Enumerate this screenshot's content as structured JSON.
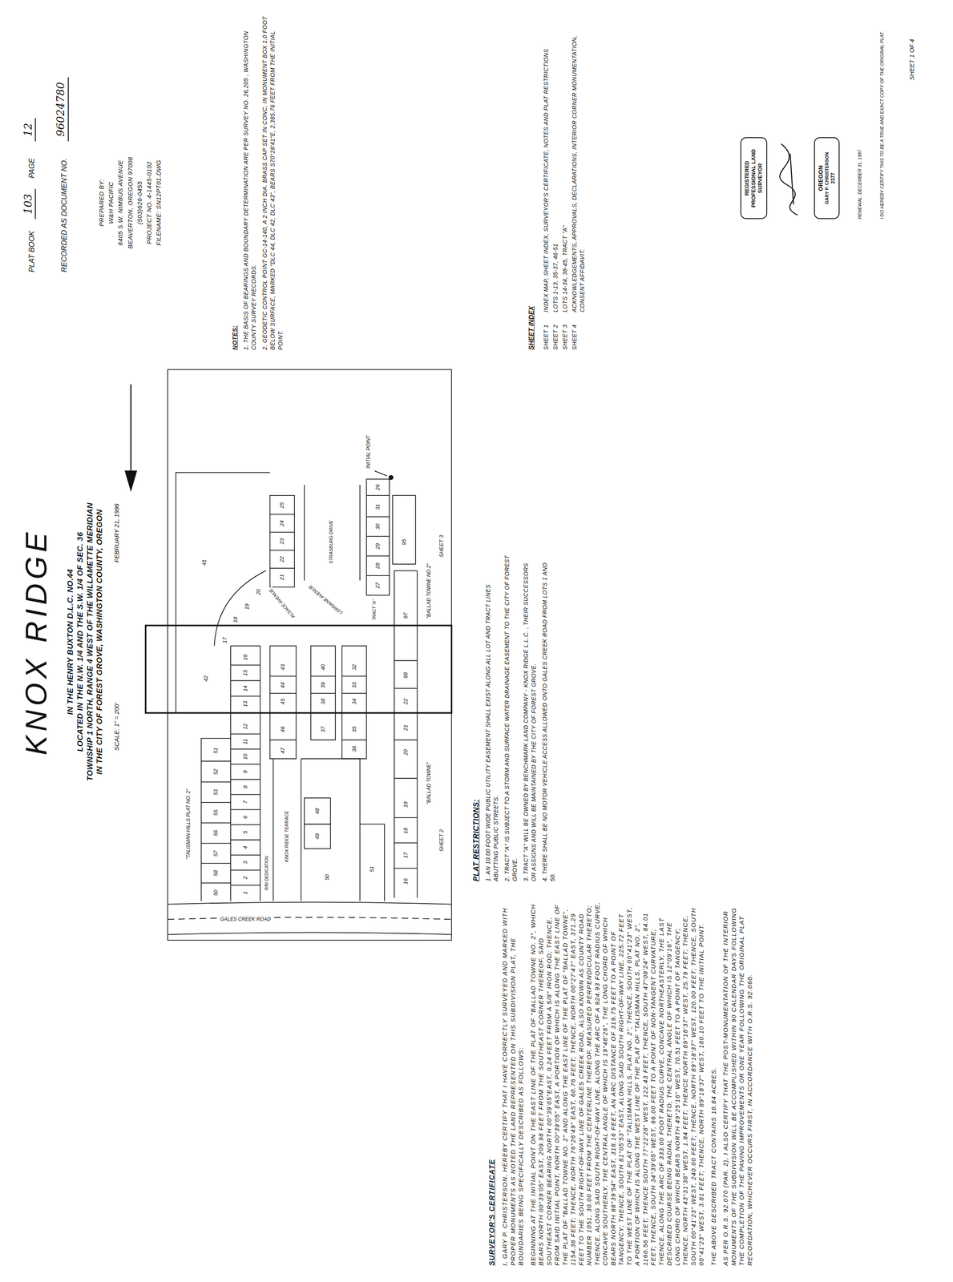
{
  "diagram": {
    "title": "KNOX RIDGE",
    "nodes": [
      {
        "text": [
          "REGISTERED PROFESSIONAL LAND SURVEYOR"
        ]
      },
      {
        "text": [
          "OREGON",
          "GARY P. CHRISTERSON",
          "2377"
        ]
      }
    ],
    "labels": [
      "PLAT BOOK",
      "103",
      "PAGE",
      "12",
      "RECORDED AS DOCUMENT NO.",
      "96024780",
      "PREPARED BY:",
      "W&H PACIFIC",
      "8405 S.W. NIMBUS AVENUE",
      "BEAVERTON, OREGON 97008",
      "(503)626-0455",
      "PROJECT NO. 4-1445-0102",
      "FILENAME: SN12PT01.DWG",
      "IN THE HENRY BUXTON D.L.C. NO.44",
      "LOCATED IN THE N.W. 1/4 AND THE S.W. 1/4 OF SEC. 36",
      "TOWNSHIP 1 NORTH, RANGE 4 WEST OF THE WILLAMETTE MERIDIAN",
      "IN THE CITY OF FOREST GROVE, WASHINGTON COUNTY, OREGON",
      "SCALE: 1\" = 200'",
      "FEBRUARY 21, 1996",
      "NOTES:",
      "1. THE BASIS OF BEARINGS AND BOUNDARY DETERMINATION ARE PER SURVEY NO. 26,205 , WASHINGTON COUNTY SURVEY RECORDS.",
      "2. GEODETIC CONTROL POINT GC-14-140, A 2 INCH DIA. BRASS CAP SET IN CONC. IN MONUMENT BOX 1.0 FOOT BELOW SURFACE, MARKED \"DLC 44, DLC 42, DLC 43\", BEARS S70°28'41\"E, 2,385.76 FEET FROM THE INITIAL POINT.",
      "SHEET INDEX",
      "SHEET 1",
      "INDEX MAP, SHEET INDEX, SURVEYOR'S CERTIFICATE, NOTES AND PLAT RESTRICTIONS",
      "SHEET 2",
      "LOTS 1-13, 35-37, 46-51",
      "SHEET 3",
      "LOTS 14-34, 38-45, TRACT \"A\"",
      "SHEET 4",
      "ACKNOWLEDGEMENTS, APPROVALS, DECLARATIONS, INTERIOR CORNER MONUMENTATION, CONSENT AFFIDAVIT.",
      "RENEWAL: DECEMBER 31, 1997",
      "I DO HEREBY CERTIFY THIS TO BE A TRUE AND EXACT COPY OF THE ORIGINAL PLAT.",
      "SHEET 1 OF 4",
      "PLAT RESTRICTIONS:",
      "1. AN 10.00 FOOT WIDE PUBLIC UTILITY EASEMENT SHALL EXIST ALONG ALL LOT AND TRACT LINES ABUTTING PUBLIC STREETS.",
      "2. TRACT \"A\" IS SUBJECT TO A STORM AND SURFACE WATER DRAINAGE EASEMENT TO THE CITY OF FOREST GROVE.",
      "3. TRACT \"A\" WILL BE OWNED BY BENCHMARK LAND COMPANY - KNOX RIDGE L.L.C. , THEIR SUCCESSORS OR ASSIGNS AND WILL BE MAINTAINED BY THE CITY OF FOREST GROVE.",
      "4. THERE SHALL BE NO MOTOR VEHICLE ACCESS ALLOWED ONTO GALES CREEK ROAD FROM LOTS 1 AND 50.",
      "SURVEYOR'S CERTIFICATE",
      "I, GARY P. CHRISTERSON, HEREBY CERTIFY THAT I HAVE CORRECTLY SURVEYED AND MARKED WITH PROPER MONUMENTS AS NOTED THE LAND REPRESENTED ON THIS SUBDIVISION PLAT, THE BOUNDARIES BEING SPECIFICALLY DESCRIBED AS FOLLOWS:",
      "BEGINNING AT THE INITIAL POINT ON THE EAST LINE OF THE PLAT OF \"BALLAD TOWNE NO. 2\", WHICH BEARS NORTH 00°39'05\" EAST, 209.98 FEET FROM THE SOUTHEAST CORNER THEREOF, SAID SOUTHEAST CORNER BEARING NORTH 00°39'05\"EAST, 0.24 FEET FROM A 5/8\" IRON ROD; THENCE, FROM SAID INITIAL POINT, NORTH 00°39'05\" EAST, A PORTION OF WHICH IS ALONG THE EAST LINE OF THE PLAT OF \"BALLAD TOWNE NO. 2\" AND ALONG THE EAST LINE OF THE PLAT OF \"BALLAD TOWNE\", 1154.38 FEET; THENCE, NORTH 76°26'49\" EAST, 60.76 FEET; THENCE, NORTH 00°27'47\" EAST, 371.29 FEET TO THE SOUTH RIGHT-OF-WAY LINE OF GALES CREEK ROAD, ALSO KNOWN AS COUNTY ROAD NUMBER 1051, 30.00 FEET FROM THE CENTERLINE THEREOF, MEASURED PERPENDICULAR THERETO; THENCE, ALONG SAID SOUTH RIGHT-OF-WAY LINE, ALONG THE ARC OF A 924.93 FOOT RADIUS CURVE, CONCAVE SOUTHERLY, THE CENTRAL ANGLE OF WHICH IS 19°48'26\", THE LONG CHORD OF WHICH BEARS NORTH 88°39'54\" EAST, 318.16 FEET, AN ARC DISTANCE OF 319.75 FEET TO A POINT OF TANGENCY; THENCE, SOUTH 81°05'53\" EAST, ALONG SAID SOUTH RIGHT-OF-WAY LINE, 225.72 FEET TO THE WEST LINE OF THE PLAT OF \"TALISMAN HILLS, PLAT NO. 2\"; THENCE, SOUTH 00°41'23\" WEST, A PORTION OF WHICH IS ALONG THE WEST LINE OF THE PLAT OF \"TALISMAN HILLS, PLAT NO. 2\", 1160.56 FEET; THENCE SOUTH 77°22'28\" WEST, 122.43 FEET; THENCE, SOUTH 47°08'24\" WEST, 84.01 FEET; THENCE, SOUTH 34°39'05\" WEST, 66.00 FEET TO A POINT OF NON-TANGENT CURVATURE; THENCE, ALONG THE ARC OF 333.00 FOOT RADIUS CURVE, CONCAVE NORTHEASTERLY, THE LAST DESCRIBED COURSE BEING RADIAL THERETO, THE CENTRAL ANGLE OF WHICH IS 12°09'16\", THE LONG CHORD OF WHICH BEARS NORTH 49°25'16\" WEST, 70.51 FEET TO A POINT OF TANGENCY; THENCE, NORTH 43°31'38\" WEST, 1.84 FEET; THENCE NORTH 89°18'37\" WEST, 25.79 FEET; THENCE, SOUTH 00°41'23\" WEST, 240.00 FEET; THENCE, NORTH 89°18'37\" WEST, 120.00 FEET; THENCE, SOUTH 00°41'23\" WEST, 3.81 FEET; THENCE, NORTH 89°18'37\" WEST, 180.10 FEET TO THE INITIAL POINT.",
      "THE ABOVE DESCRIBED TRACT CONTAINS 18.84 ACRES.",
      "AS PER O.R.S. 92.070 (PAR. 2), I ALSO CERTIFY THAT THE POST-MONUMENTATION OF THE INTERIOR MONUMENTS OF THE SUBDIVISION WILL BE ACCOMPLISHED WITHIN 90 CALENDAR DAYS FOLLOWING THE COMPLETION OF THE PAVING IMPROVEMENTS OR ONE YEAR FOLLOWING THE ORIGINAL PLAT RECORDATION, WHICHEVER OCCURS FIRST, IN ACCORDANCE WITH O.R.S. 92.060.",
      "\"TALISMAN HILLS PLAT NO. 2\"",
      "50",
      "58",
      "57",
      "56",
      "55",
      "53",
      "52",
      "51",
      "1",
      "2",
      "3",
      "4",
      "5",
      "6",
      "7",
      "8",
      "9",
      "10",
      "11",
      "12",
      "13",
      "14",
      "15",
      "16",
      "17",
      "18",
      "19",
      "20",
      "21",
      "22",
      "23",
      "24",
      "25",
      "26",
      "27",
      "28",
      "29",
      "30",
      "31",
      "TRACT \"A\"",
      "42",
      "41",
      "47",
      "46",
      "45",
      "44",
      "43",
      "37",
      "38",
      "39",
      "40",
      "36",
      "35",
      "34",
      "33",
      "32",
      "49",
      "48",
      "50",
      "51",
      "R/W DEDICATION",
      "KNOX RIDGE TERRACE",
      "STRASBURG DRIVE",
      "ALSACE AVENUE",
      "LORRAINE AVENUE",
      "95",
      "16",
      "17",
      "18",
      "19",
      "20",
      "21",
      "22",
      "98",
      "97",
      "\"BALLAD TOWNE\"",
      "\"BALLAD TOWNE NO.2\"",
      "SHEET 2",
      "SHEET 3",
      "INITIAL POINT",
      "GALES CREEK ROAD"
    ]
  }
}
